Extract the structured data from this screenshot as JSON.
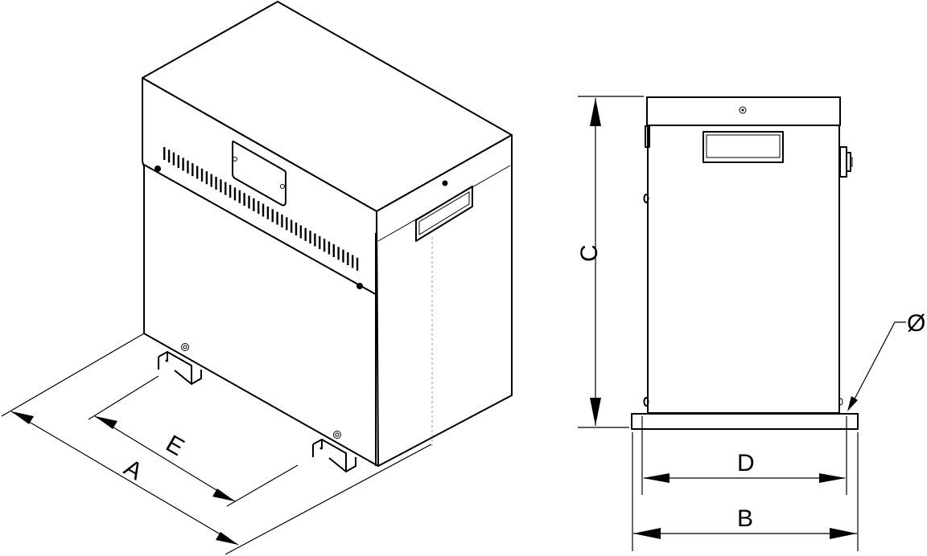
{
  "drawing": {
    "views": [
      "isometric-view",
      "side-view"
    ],
    "dimensions": {
      "A": "A",
      "B": "B",
      "C": "C",
      "D": "D",
      "E": "E",
      "diameter": "Ø"
    },
    "colors": {
      "line": "#000000",
      "background": "#ffffff",
      "hidden_line": "#999999"
    }
  }
}
